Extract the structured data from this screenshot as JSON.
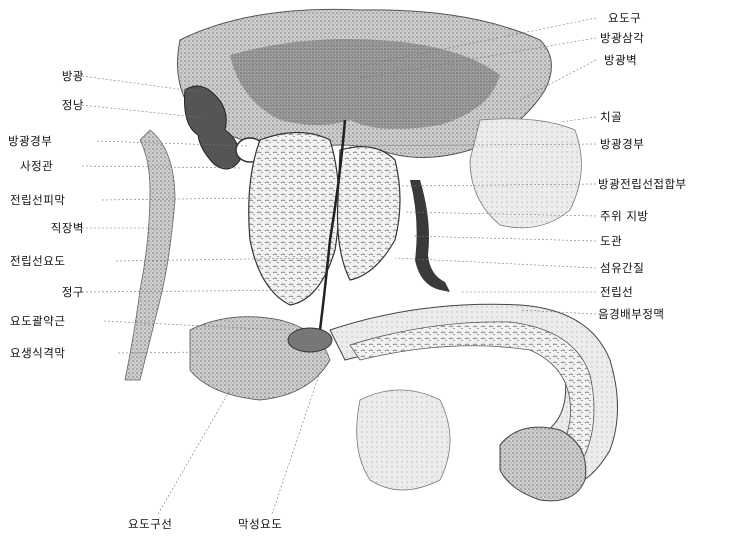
{
  "labels_left": [
    {
      "id": "bladder",
      "text": "방광"
    },
    {
      "id": "seminal-vesicle",
      "text": "정낭"
    },
    {
      "id": "bladder-neck-left",
      "text": "방광경부"
    },
    {
      "id": "ejaculatory-duct",
      "text": "사정관"
    },
    {
      "id": "prostate-capsule",
      "text": "전립선피막"
    },
    {
      "id": "rectal-wall",
      "text": "직장벽"
    },
    {
      "id": "prostatic-urethra",
      "text": "전립선요도"
    },
    {
      "id": "verumontanum",
      "text": "정구"
    },
    {
      "id": "urethral-sphincter",
      "text": "요도괄약근"
    },
    {
      "id": "urogenital-diaphragm",
      "text": "요생식격막"
    }
  ],
  "labels_right": [
    {
      "id": "urethral-orifice",
      "text": "요도구"
    },
    {
      "id": "trigone",
      "text": "방광삼각"
    },
    {
      "id": "bladder-wall",
      "text": "방광벽"
    },
    {
      "id": "pubic-bone",
      "text": "치골"
    },
    {
      "id": "bladder-neck-right",
      "text": "방광경부"
    },
    {
      "id": "bladder-prostate-junction",
      "text": "방광전립선접합부"
    },
    {
      "id": "periprostatic-fat",
      "text": "주위 지방"
    },
    {
      "id": "duct",
      "text": "도관"
    },
    {
      "id": "fibrous-stroma",
      "text": "섬유간질"
    },
    {
      "id": "prostate",
      "text": "전립선"
    },
    {
      "id": "dorsal-penile-vein",
      "text": "음경배부정맥"
    }
  ],
  "labels_bottom": [
    {
      "id": "bulbourethral-gland",
      "text": "요도구선"
    },
    {
      "id": "membranous-urethra",
      "text": "막성요도"
    }
  ],
  "colors": {
    "ink": "#111111",
    "shade": "#8a8a8a",
    "dark": "#3a3a3a",
    "light": "#d8d8d8",
    "bg": "#ffffff"
  }
}
